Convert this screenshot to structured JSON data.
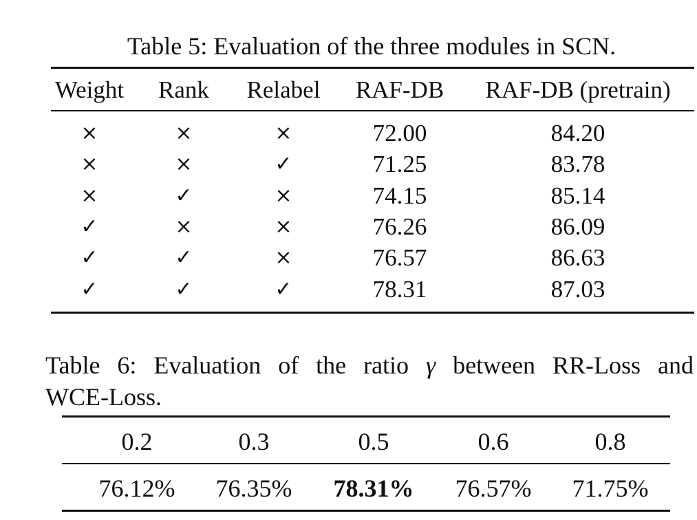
{
  "table5": {
    "caption": "Table 5: Evaluation of the three modules in SCN.",
    "headers": [
      "Weight",
      "Rank",
      "Relabel",
      "RAF-DB",
      "RAF-DB (pretrain)"
    ],
    "rows": [
      {
        "weight": "×",
        "rank": "×",
        "relabel": "×",
        "rafdb": "72.00",
        "pretrain": "84.20"
      },
      {
        "weight": "×",
        "rank": "×",
        "relabel": "✓",
        "rafdb": "71.25",
        "pretrain": "83.78"
      },
      {
        "weight": "×",
        "rank": "✓",
        "relabel": "×",
        "rafdb": "74.15",
        "pretrain": "85.14"
      },
      {
        "weight": "✓",
        "rank": "×",
        "relabel": "×",
        "rafdb": "76.26",
        "pretrain": "86.09"
      },
      {
        "weight": "✓",
        "rank": "✓",
        "relabel": "×",
        "rafdb": "76.57",
        "pretrain": "86.63"
      },
      {
        "weight": "✓",
        "rank": "✓",
        "relabel": "✓",
        "rafdb": "78.31",
        "pretrain": "87.03"
      }
    ]
  },
  "table6": {
    "caption_line1_words": [
      "Table",
      "6:",
      "Evaluation",
      "of",
      "the",
      "ratio",
      "γ",
      "between",
      "RR-Loss",
      "and"
    ],
    "caption_line2": "WCE-Loss.",
    "ratios": [
      "0.2",
      "0.3",
      "0.5",
      "0.6",
      "0.8"
    ],
    "results": [
      "76.12%",
      "76.35%",
      "78.31%",
      "76.57%",
      "71.75%"
    ],
    "best_index": 2
  }
}
